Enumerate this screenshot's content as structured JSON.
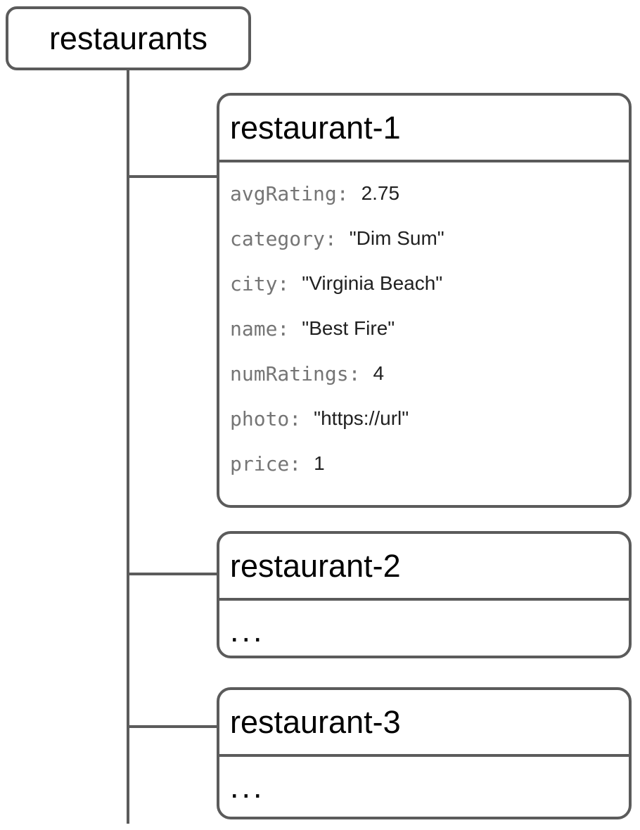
{
  "diagram": {
    "root": {
      "label": "restaurants"
    },
    "children": [
      {
        "id": "restaurant-1",
        "title": "restaurant-1",
        "fields": [
          {
            "key": "avgRating:",
            "value": "2.75"
          },
          {
            "key": "category:",
            "value": "\"Dim Sum\""
          },
          {
            "key": "city:",
            "value": "\"Virginia Beach\""
          },
          {
            "key": "name:",
            "value": "\"Best Fire\""
          },
          {
            "key": "numRatings:",
            "value": "4"
          },
          {
            "key": "photo:",
            "value": "\"https://url\""
          },
          {
            "key": "price:",
            "value": "1"
          }
        ]
      },
      {
        "id": "restaurant-2",
        "title": "restaurant-2",
        "body": "..."
      },
      {
        "id": "restaurant-3",
        "title": "restaurant-3",
        "body": "..."
      }
    ],
    "colors": {
      "stroke": "#5b5b5b",
      "key_text": "#757575",
      "value_text": "#212121",
      "title_text": "#000000",
      "background": "#ffffff"
    }
  }
}
